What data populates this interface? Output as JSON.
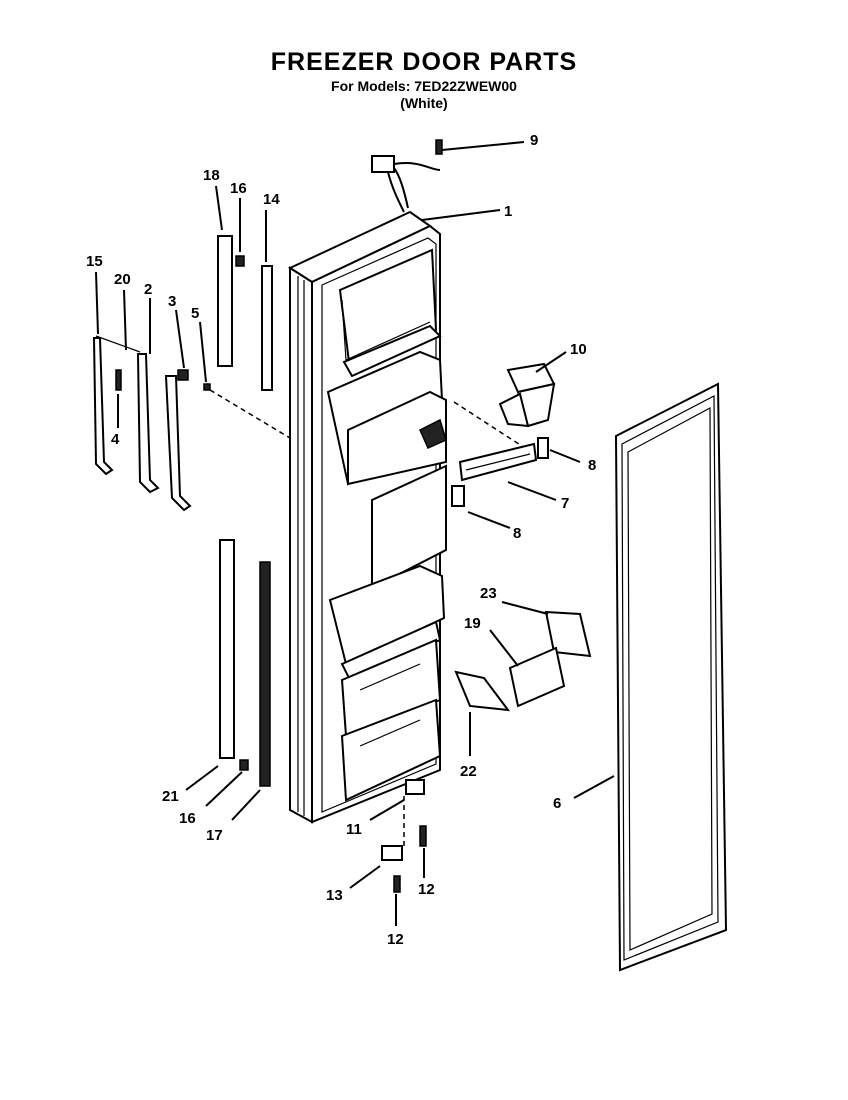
{
  "header": {
    "title": "FREEZER DOOR PARTS",
    "model_line": "For Models: 7ED22ZWEW00",
    "color_line": "(White)"
  },
  "callouts": {
    "c1": "1",
    "c2": "2",
    "c3": "3",
    "c4": "4",
    "c5": "5",
    "c6": "6",
    "c7": "7",
    "c8a": "8",
    "c8b": "8",
    "c9": "9",
    "c10": "10",
    "c11": "11",
    "c12a": "12",
    "c12b": "12",
    "c13": "13",
    "c14": "14",
    "c15": "15",
    "c16a": "16",
    "c16b": "16",
    "c17": "17",
    "c18": "18",
    "c19": "19",
    "c20": "20",
    "c21": "21",
    "c22": "22",
    "c23": "23"
  }
}
